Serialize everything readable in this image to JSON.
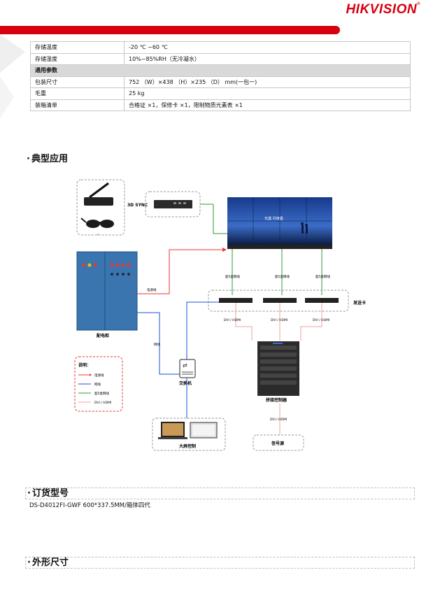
{
  "brand": {
    "name": "HIKVISION",
    "mark": "®"
  },
  "spec_table": {
    "rows": [
      {
        "label": "存储温度",
        "value": "-20 ℃ ~60 ℃",
        "section": false
      },
      {
        "label": "存储湿度",
        "value": "10%~85%RH（无冷凝水）",
        "section": false
      },
      {
        "label": "通用参数",
        "value": "",
        "section": true
      },
      {
        "label": "包装尺寸",
        "value": "752 （W）×438 （H）×235 （D）  mm(一包一)",
        "section": false
      },
      {
        "label": "毛重",
        "value": "25 kg",
        "section": false
      },
      {
        "label": "装箱清单",
        "value": "合格证 ×1，保修卡 ×1，限制物质元素表 ×1",
        "section": false
      }
    ]
  },
  "sections": {
    "application": "典型应用",
    "order_model": "订货型号",
    "dimensions": "外形尺寸",
    "bullet": "·"
  },
  "order": {
    "model_text": "DS-D4012FI-GWF 600*337.5MM/箱体四代"
  },
  "diagram": {
    "sync_label": "3D SYNC",
    "cabinet_label": "配电柜",
    "power_line": "电源线",
    "network_line": "网线",
    "cat5_line": "超5类网线",
    "sender_label": "发送卡",
    "dvi_hdmi": "DVI / HDMI",
    "switch_label": "交换机",
    "controller_label": "拼接控制器",
    "big_screen_label": "大屏控制",
    "signal_label": "信号源",
    "legend": {
      "title": "说明：",
      "items": [
        "电源线",
        "网线",
        "超5类网线",
        "DVI / HDMI"
      ],
      "colors": [
        "#e53935",
        "#1e4fd8",
        "#2e9b3a",
        "#f0a0a0"
      ]
    },
    "screen_caption": "光遇 月夜遇",
    "colors": {
      "power": "#e53935",
      "network": "#1e4fd8",
      "cat5": "#2e9b3a",
      "dvi": "#f0a0a0",
      "cabinet": "#3a75b0"
    }
  }
}
